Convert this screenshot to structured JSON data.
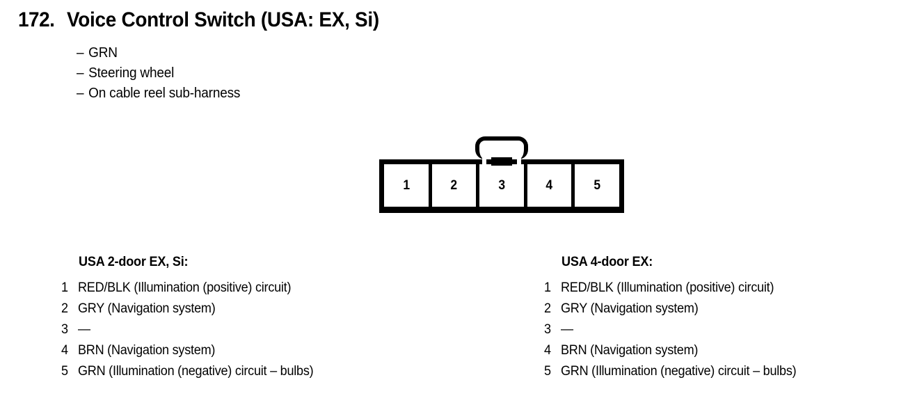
{
  "page": {
    "item_number": "172.",
    "title": "Voice Control Switch (USA: EX, Si)",
    "notes": [
      {
        "dash": "–",
        "text": "GRN"
      },
      {
        "dash": "–",
        "text": "Steering wheel"
      },
      {
        "dash": "–",
        "text": "On cable reel sub-harness"
      }
    ]
  },
  "connector": {
    "name": "5-pin connector with locking tab",
    "cavities": [
      {
        "number": "1"
      },
      {
        "number": "2"
      },
      {
        "number": "3"
      },
      {
        "number": "4"
      },
      {
        "number": "5"
      }
    ]
  },
  "pin_tables": [
    {
      "heading": "USA 2-door EX, Si:",
      "rows": [
        {
          "pin": "1",
          "desc": "RED/BLK (Illumination (positive) circuit)"
        },
        {
          "pin": "2",
          "desc": "GRY (Navigation system)"
        },
        {
          "pin": "3",
          "desc": "—"
        },
        {
          "pin": "4",
          "desc": "BRN (Navigation system)"
        },
        {
          "pin": "5",
          "desc": "GRN (Illumination (negative) circuit – bulbs)"
        }
      ]
    },
    {
      "heading": "USA 4-door EX:",
      "rows": [
        {
          "pin": "1",
          "desc": "RED/BLK (Illumination (positive) circuit)"
        },
        {
          "pin": "2",
          "desc": "GRY (Navigation system)"
        },
        {
          "pin": "3",
          "desc": "—"
        },
        {
          "pin": "4",
          "desc": "BRN (Navigation system)"
        },
        {
          "pin": "5",
          "desc": "GRN (Illumination (negative) circuit – bulbs)"
        }
      ]
    }
  ],
  "colors": {
    "ink": "#000000",
    "paper": "#ffffff"
  }
}
